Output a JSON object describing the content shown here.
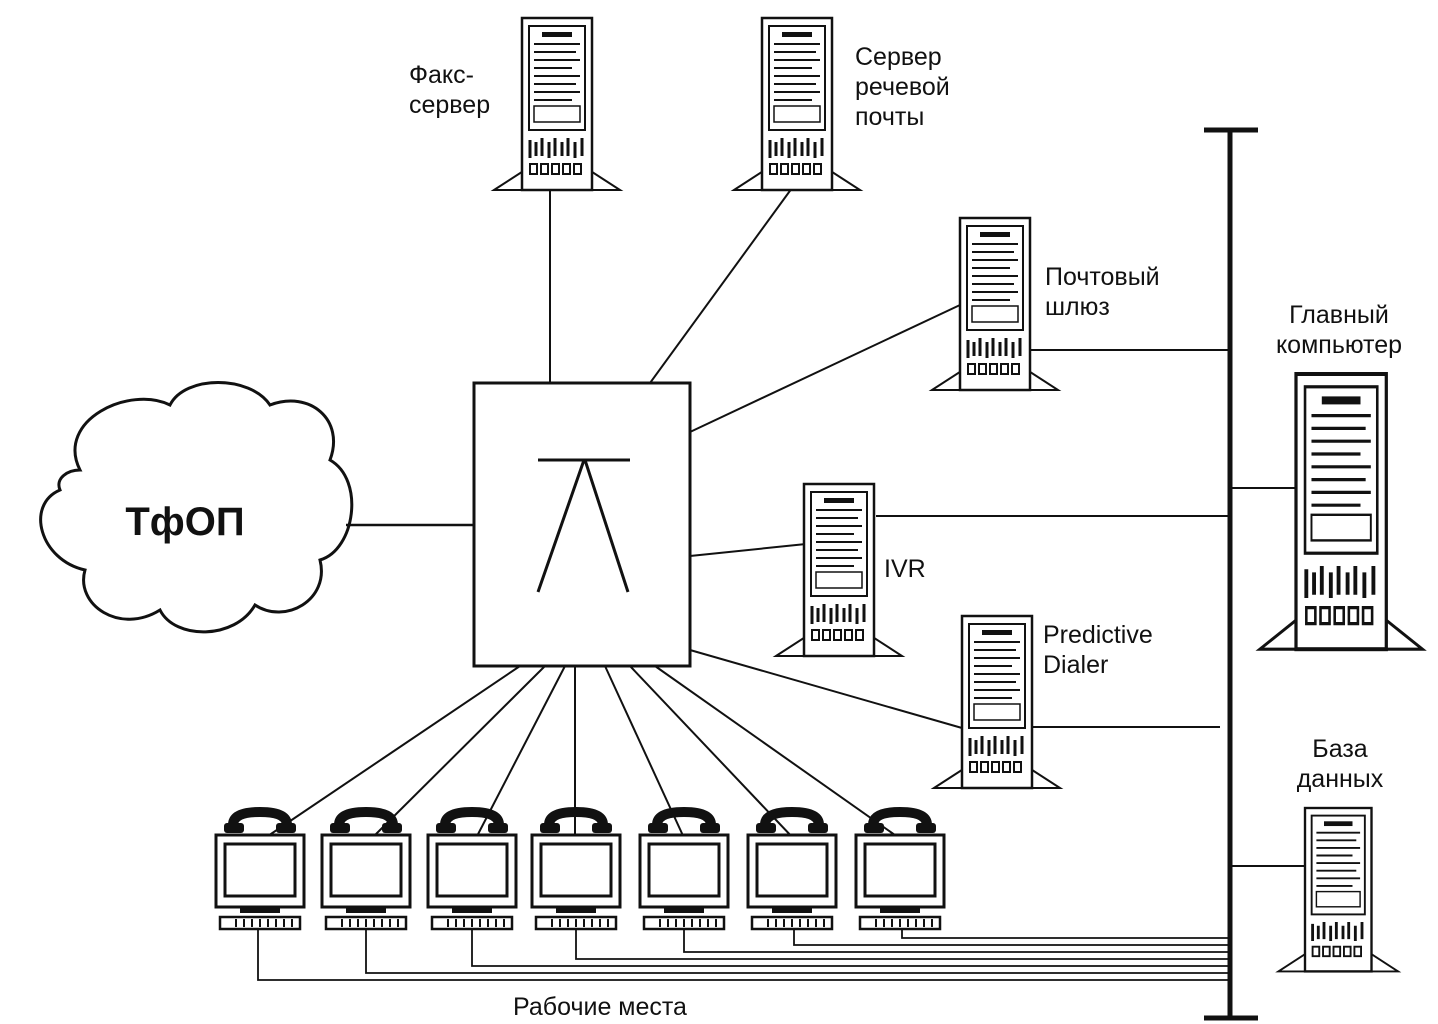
{
  "labels": {
    "pstn": "ТфОП",
    "fax_server": "Факс-\nсервер",
    "voice_mail_server": "Сервер\nречевой\nпочты",
    "mail_gateway": "Почтовый\nшлюз",
    "ivr": "IVR",
    "predictive_dialer": "Predictive\nDialer",
    "host": "Главный\nкомпьютер",
    "database": "База\nданных",
    "workstations": "Рабочие места"
  },
  "colors": {
    "ink": "#111111",
    "paper": "#ffffff"
  }
}
